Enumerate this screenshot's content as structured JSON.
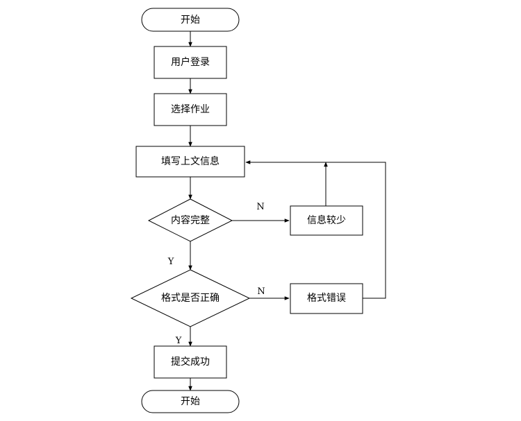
{
  "diagram": {
    "nodes": {
      "start": "开始",
      "login": "用户登录",
      "select": "选择作业",
      "fill": "填写上文信息",
      "complete_check": "内容完整",
      "info_less": "信息较少",
      "format_check": "格式是否正确",
      "format_error": "格式错误",
      "submit": "提交成功",
      "end": "开始"
    },
    "edge_labels": {
      "complete_no": "N",
      "complete_yes": "Y",
      "format_no": "N",
      "format_yes": "Y"
    }
  }
}
